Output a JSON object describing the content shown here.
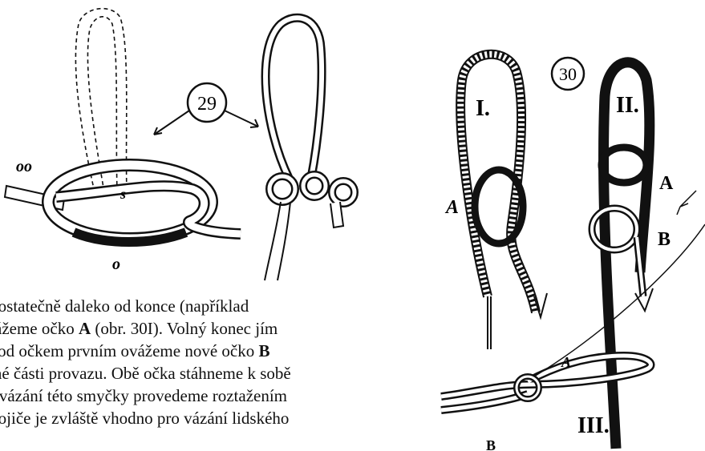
{
  "figure_29": {
    "number": "29",
    "label_oo": "oo",
    "label_s": "s",
    "label_o": "o"
  },
  "figure_30": {
    "number": "30",
    "label_I": "I.",
    "label_II": "II.",
    "label_III": "III.",
    "label_A_left": "A",
    "label_A_right": "A",
    "label_B": "B",
    "label_A_small": "A",
    "label_B_small": "B"
  },
  "text": {
    "line1_a": ". Dostatečně daleko od konce (například",
    "line2_a": "ovážeme očko ",
    "line2_bold": "A",
    "line2_b": " (obr. 30I). Volný konec jím",
    "line3_a": "a pod očkem prvním ovážeme nové očko ",
    "line3_bold": "B",
    "line4": "evné části provazu. Obě očka stáhneme k sobě",
    "line5": "rozvázání této smyčky provedeme roztažením",
    "line6": "Dvojiče je zvláště vhodno pro vázání lidského"
  }
}
